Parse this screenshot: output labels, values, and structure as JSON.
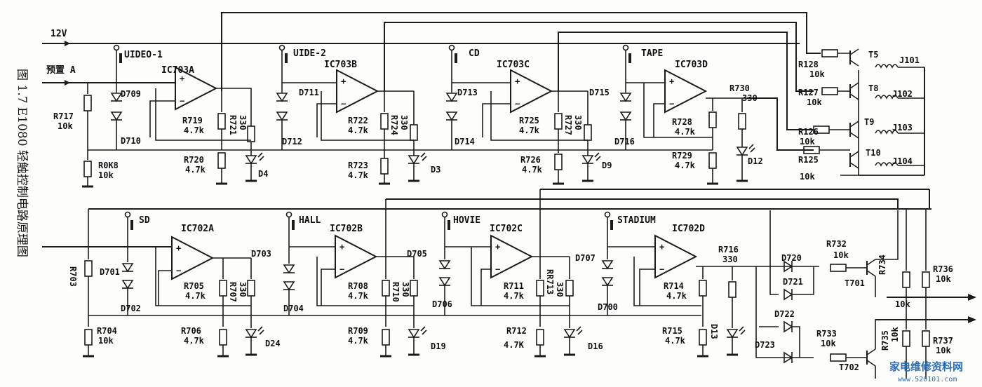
{
  "caption": "图 1.7  E1080 轻触控制电路原理图",
  "supply_label": "12V",
  "input_a": "预置 A",
  "watermark": {
    "text": "家电维修资料网",
    "url": "www.520101.com"
  },
  "switches": {
    "video1": "UIDEO-1",
    "video2": "UIDE-2",
    "cd": "CD",
    "tape": "TAPE",
    "sd": "SD",
    "hall": "HALL",
    "movie": "HOVIE",
    "stadium": "STADIUM"
  },
  "opamps": {
    "ic703a": "IC703A",
    "ic703b": "IC703B",
    "ic703c": "IC703C",
    "ic703d": "IC703D",
    "ic702a": "IC702A",
    "ic702b": "IC702B",
    "ic702c": "IC702C",
    "ic702d": "IC702D"
  },
  "diodes": {
    "d709": "D709",
    "d710": "D710",
    "d711": "D711",
    "d712": "D712",
    "d713": "D713",
    "d714": "D714",
    "d715": "D715",
    "d716": "D716",
    "d701": "D701",
    "d702": "D702",
    "d703": "D703",
    "d704": "D704",
    "d705": "D705",
    "d706": "D706",
    "d707": "D707",
    "d708": "D700",
    "d720": "D720",
    "d721": "D721",
    "d722": "D722",
    "d723": "D723"
  },
  "leds": {
    "d4": "D4",
    "d3": "D3",
    "d9": "D9",
    "d12": "D12",
    "d24": "D24",
    "d19": "D19",
    "d16": "D16",
    "d13": "D13"
  },
  "resistors": {
    "r717": "R717",
    "r717v": "10k",
    "r718": "R0K8",
    "r718v": "10k",
    "r719": "R719",
    "r719v": "4.7k",
    "r720": "R720",
    "r720v": "4.7k",
    "r721": "R721",
    "r721v": "330",
    "r722": "R722",
    "r722v": "4.7k",
    "r723": "R723",
    "r723v": "4.7k",
    "r724": "R724",
    "r724v": "330",
    "r725": "R725",
    "r725v": "4.7k",
    "r726": "R726",
    "r726v": "4.7k",
    "r727": "R727",
    "r727v": "330",
    "r728": "R728",
    "r728v": "4.7k",
    "r729": "R729",
    "r729v": "4.7k",
    "r730": "R730",
    "r730v": "330",
    "r128": "R128",
    "r128v": "10k",
    "r127": "R127",
    "r127v": "10k",
    "r126": "R126",
    "r126v": "10k",
    "r125": "R125",
    "r125v": "10k",
    "r703": "R703",
    "r704": "R704",
    "r704v": "10k",
    "r705": "R705",
    "r705v": "4.7k",
    "r706": "R706",
    "r706v": "4.7k",
    "r707": "R707",
    "r707v": "330",
    "r708": "R708",
    "r708v": "4.7k",
    "r709": "R709",
    "r709v": "4.7k",
    "r710": "R710",
    "r710v": "330",
    "r711": "R711",
    "r711v": "4.7k",
    "r712": "R712",
    "r712v": "4.7K",
    "r713": "RR713",
    "r713v": "330",
    "r714": "R714",
    "r714v": "4.7k",
    "r715": "R715",
    "r715v": "4.7k",
    "r716": "R716",
    "r716v": "330",
    "r732": "R732",
    "r732v": "10k",
    "r733": "R733",
    "r733v": "10k",
    "r734": "R734",
    "r734v": "10k",
    "r735": "R735",
    "r735v": "10k",
    "r736": "R736",
    "r736v": "10k",
    "r737": "R737",
    "r737v": "10k"
  },
  "transistors": {
    "t5": "T5",
    "t8": "T8",
    "t9": "T9",
    "t10": "T10",
    "t701": "T701",
    "t702": "T702"
  },
  "jacks": {
    "j101": "J101",
    "j102": "J102",
    "j103": "J103",
    "j104": "J104"
  }
}
